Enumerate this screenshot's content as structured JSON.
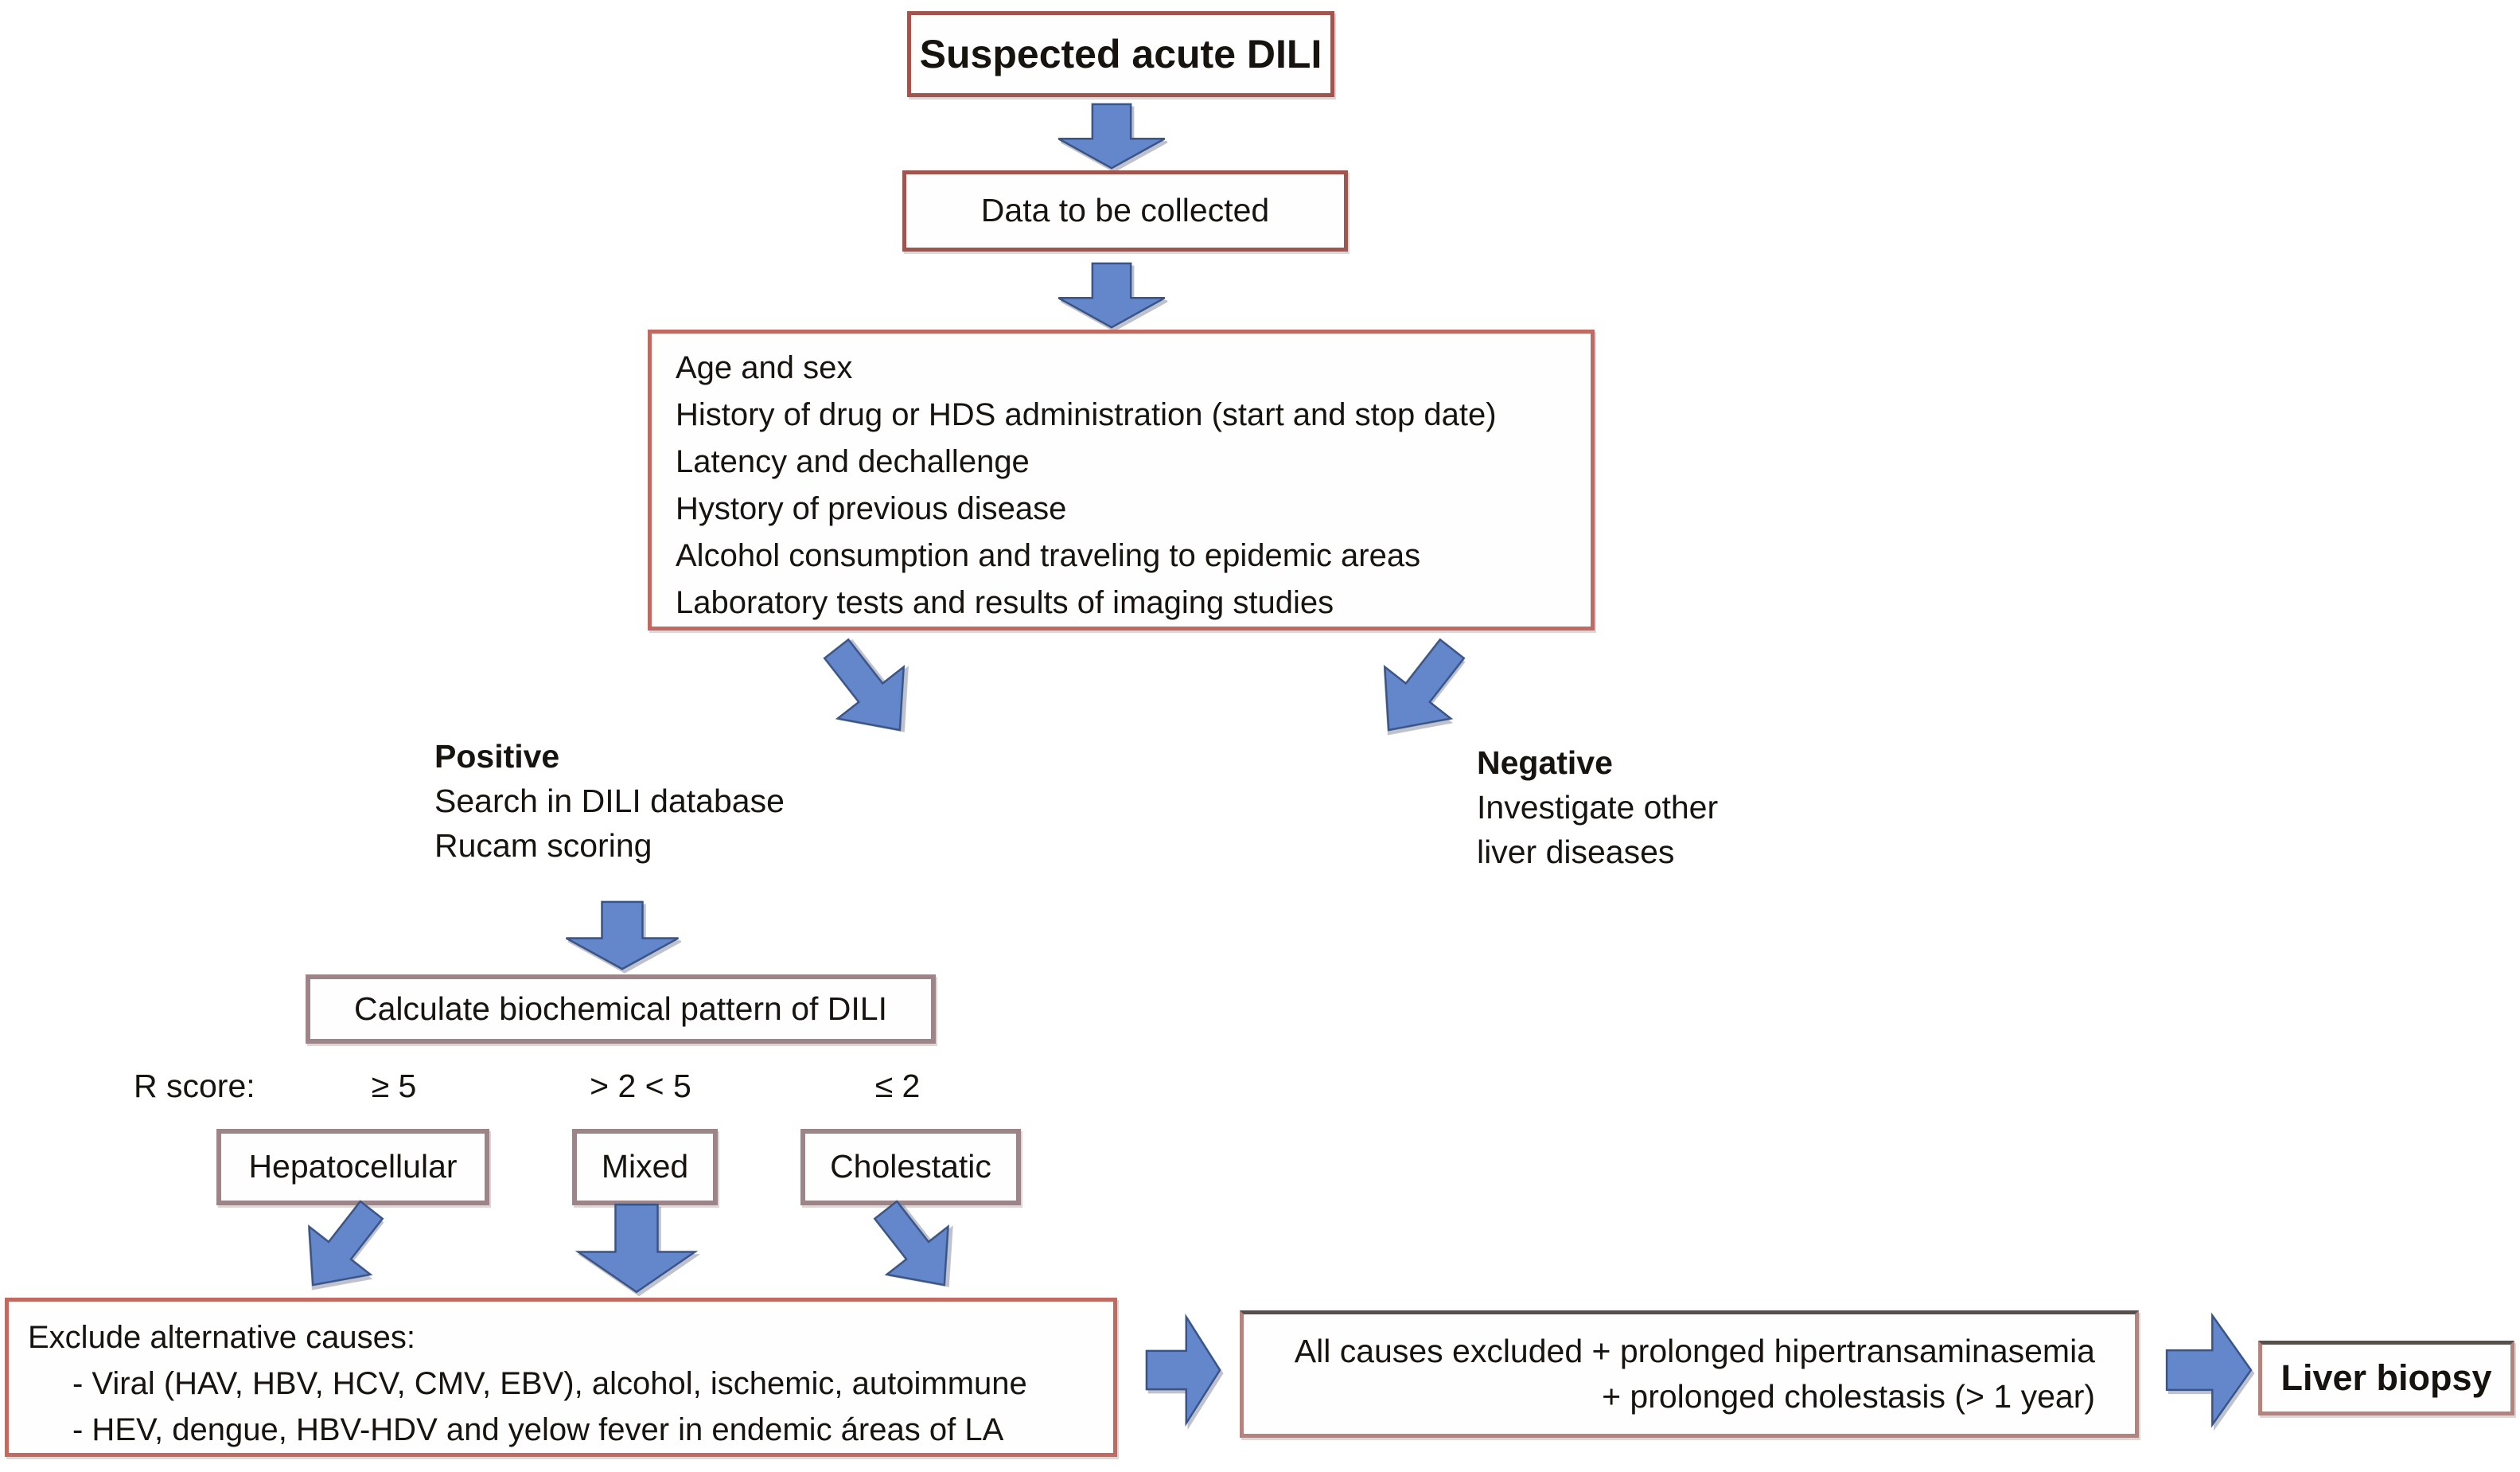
{
  "diagram": {
    "colors": {
      "arrow_fill": "#6486cb",
      "arrow_outline": "#3a5585",
      "box_border_red": "#a0564f",
      "box_border_pink": "#c06a62",
      "box_border_mauve": "#9d8488",
      "text": "#17130f",
      "background": "#ffffff"
    },
    "suspected_label": "Suspected acute DILI",
    "data_collected_label": "Data to be collected",
    "data_items": [
      "Age and sex",
      "History of drug or HDS administration (start and stop date)",
      "Latency and dechallenge",
      "Hystory of previous disease",
      "Alcohol consumption and traveling to epidemic areas",
      "Laboratory tests and results of imaging studies"
    ],
    "positive": {
      "title": "Positive",
      "line1": "Search in DILI database",
      "line2": "Rucam scoring"
    },
    "negative": {
      "title": "Negative",
      "line1": "Investigate other",
      "line2": "liver diseases"
    },
    "calc_label": "Calculate biochemical pattern of DILI",
    "r_score": {
      "label": "R score:",
      "hepatocellular": "≥ 5",
      "mixed": "> 2 < 5",
      "cholestatic": "≤ 2"
    },
    "patterns": {
      "hepatocellular": "Hepatocellular",
      "mixed": "Mixed",
      "cholestatic": "Cholestatic"
    },
    "exclude": {
      "title": "Exclude alternative causes:",
      "item1": "- Viral (HAV, HBV, HCV, CMV, EBV), alcohol, ischemic, autoimmune",
      "item2": "- HEV, dengue, HBV-HDV and yelow fever in endemic áreas of LA"
    },
    "all_causes": {
      "line1": "All causes excluded + prolonged hipertransaminasemia",
      "line2": "+ prolonged cholestasis (> 1 year)"
    },
    "liver_biopsy_label": "Liver biopsy"
  }
}
